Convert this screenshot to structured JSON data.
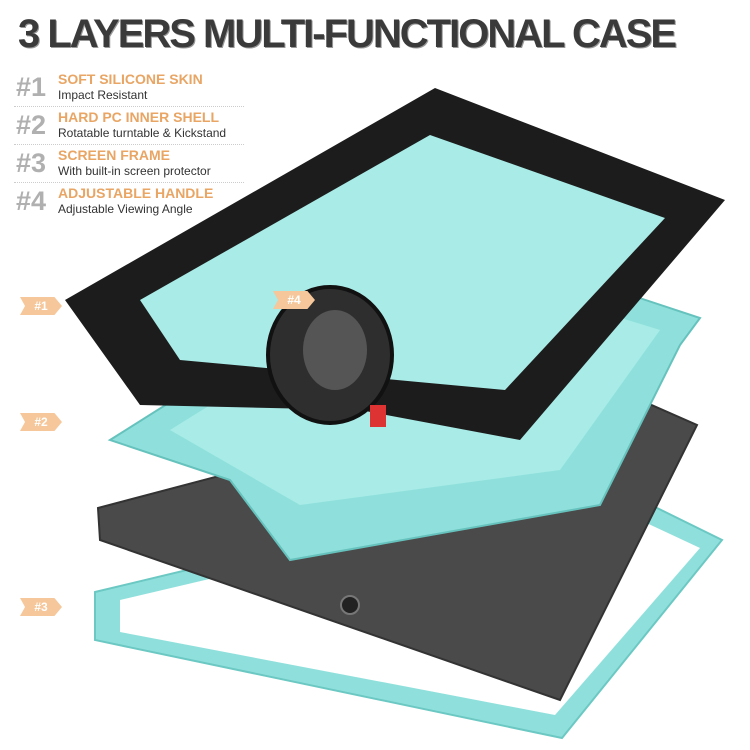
{
  "title": "3 LAYERS MULTI-FUNCTIONAL CASE",
  "features": [
    {
      "num": "#1",
      "title": "SOFT SILICONE SKIN",
      "subtitle": "Impact Resistant"
    },
    {
      "num": "#2",
      "title": "HARD PC INNER SHELL",
      "subtitle": "Rotatable turntable & Kickstand"
    },
    {
      "num": "#3",
      "title": "SCREEN FRAME",
      "subtitle": "With built-in screen protector"
    },
    {
      "num": "#4",
      "title": "ADJUSTABLE HANDLE",
      "subtitle": "Adjustable Viewing Angle"
    }
  ],
  "badges": {
    "b1": "#1",
    "b2": "#2",
    "b3": "#3",
    "b4": "#4"
  },
  "colors": {
    "accent": "#e8a564",
    "teal": "#8fe0dc",
    "black_case": "#1c1c1c",
    "tablet": "#4a4a4a",
    "badge": "#f6c79a"
  }
}
